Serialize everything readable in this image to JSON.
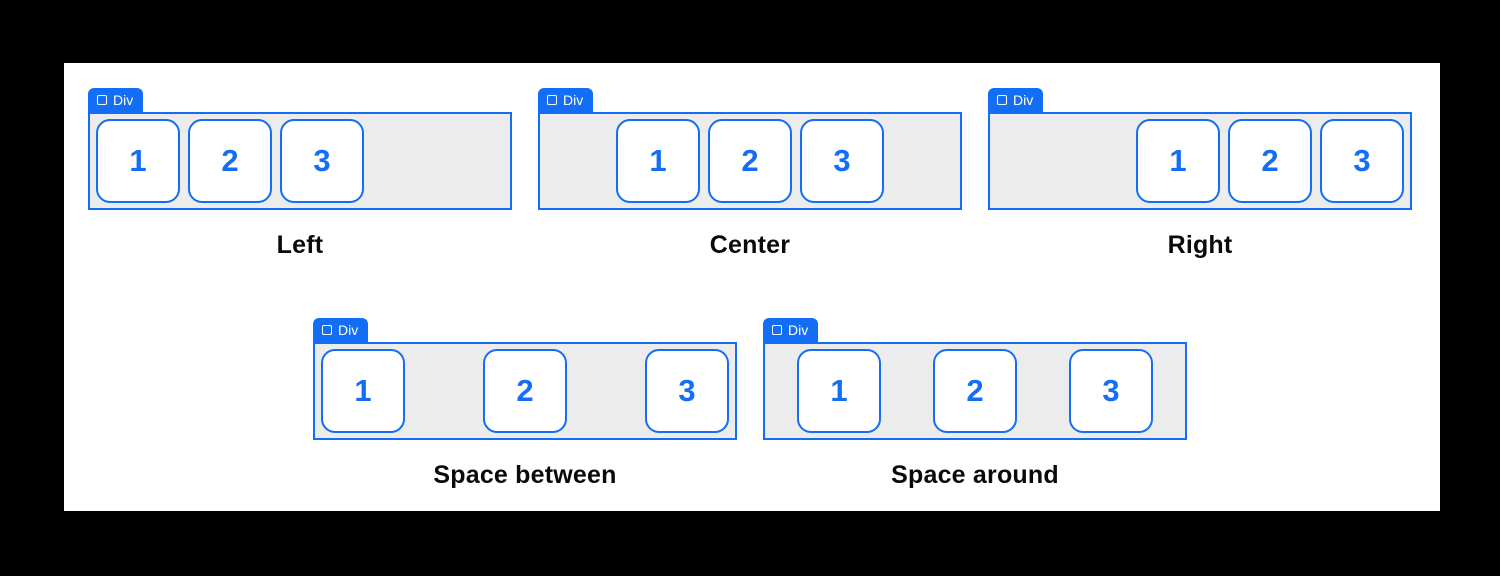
{
  "colors": {
    "accent": "#146EF5",
    "container_bg": "#ECECEC",
    "box_bg": "#FFFFFF",
    "label_text": "#0A0A0A",
    "tag_text": "#FFFFFF",
    "page_bg": "#000000",
    "canvas_bg": "#FFFFFF"
  },
  "figures": [
    {
      "id": "left",
      "tag": "Div",
      "label": "Left",
      "justify": "flex-start",
      "items": [
        "1",
        "2",
        "3"
      ]
    },
    {
      "id": "center",
      "tag": "Div",
      "label": "Center",
      "justify": "center",
      "items": [
        "1",
        "2",
        "3"
      ]
    },
    {
      "id": "right",
      "tag": "Div",
      "label": "Right",
      "justify": "flex-end",
      "items": [
        "1",
        "2",
        "3"
      ]
    },
    {
      "id": "space-between",
      "tag": "Div",
      "label": "Space between",
      "justify": "space-between",
      "items": [
        "1",
        "2",
        "3"
      ]
    },
    {
      "id": "space-around",
      "tag": "Div",
      "label": "Space around",
      "justify": "space-around",
      "items": [
        "1",
        "2",
        "3"
      ]
    }
  ]
}
